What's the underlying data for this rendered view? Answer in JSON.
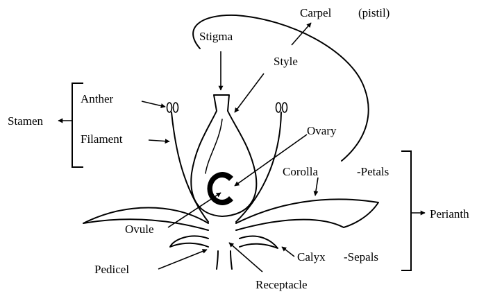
{
  "labels": {
    "carpel": "Carpel",
    "pistil": "(pistil)",
    "stigma": "Stigma",
    "style": "Style",
    "anther": "Anther",
    "stamen": "Stamen",
    "filament": "Filament",
    "ovary": "Ovary",
    "corolla": "Corolla",
    "petals": "-Petals",
    "perianth": "Perianth",
    "ovule": "Ovule",
    "calyx": "Calyx",
    "sepals": "-Sepals",
    "pedicel": "Pedicel",
    "receptacle": "Receptacle"
  },
  "colors": {
    "ink": "#000000",
    "background": "#ffffff"
  }
}
